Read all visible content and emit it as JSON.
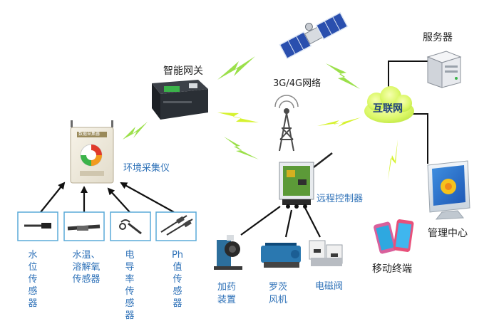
{
  "nodes": {
    "gateway": "智能网关",
    "network": "3G/4G网络",
    "server": "服务器",
    "internet": "互联网",
    "env_collector": "环境采集仪",
    "remote_controller": "远程控制器",
    "management_center": "管理中心",
    "mobile_terminal": "移动终端"
  },
  "collector_screen": "数据采集器",
  "sensors": [
    {
      "label": "水位传感器"
    },
    {
      "label": "水温、溶解氧传感器"
    },
    {
      "label": "电导率传感器"
    },
    {
      "label": "Ph值传感器"
    }
  ],
  "actuators": [
    {
      "label": "加药装置"
    },
    {
      "label": "罗茨风机"
    },
    {
      "label": "电磁阀"
    }
  ],
  "colors": {
    "lightning": "#c8ee3a",
    "lightning_green": "#9be04a",
    "label_blue": "#2f72b8",
    "arrow": "#111111"
  }
}
